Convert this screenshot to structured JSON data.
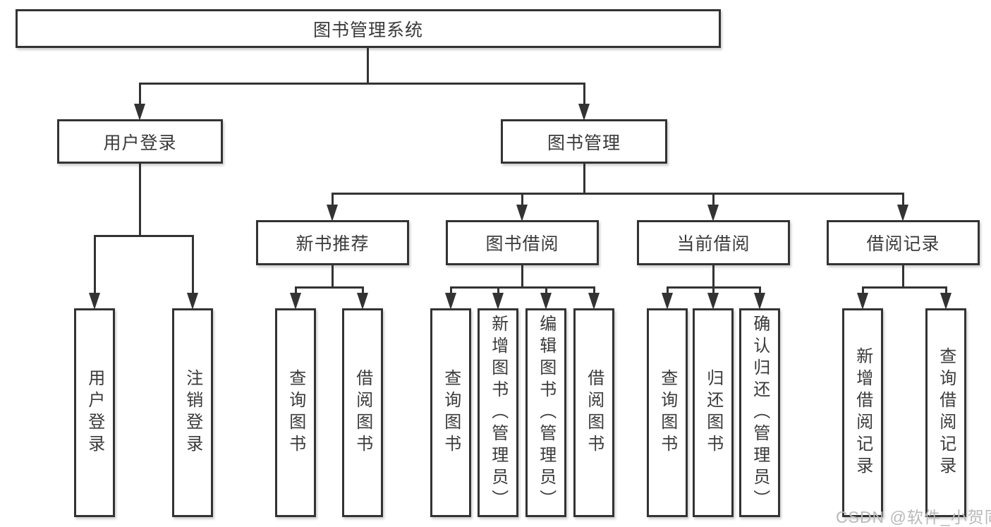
{
  "tree": {
    "root": {
      "label": "图书管理系统",
      "children": [
        {
          "label": "用户登录",
          "children": [
            {
              "label": "用户登录"
            },
            {
              "label": "注销登录"
            }
          ]
        },
        {
          "label": "图书管理",
          "children": [
            {
              "label": "新书推荐",
              "children": [
                {
                  "label": "查询图书"
                },
                {
                  "label": "借阅图书"
                }
              ]
            },
            {
              "label": "图书借阅",
              "children": [
                {
                  "label": "查询图书"
                },
                {
                  "label": "新增图书（管理员）"
                },
                {
                  "label": "编辑图书（管理员）"
                },
                {
                  "label": "借阅图书"
                }
              ]
            },
            {
              "label": "当前借阅",
              "children": [
                {
                  "label": "查询图书"
                },
                {
                  "label": "归还图书"
                },
                {
                  "label": "确认归还（管理员）"
                }
              ]
            },
            {
              "label": "借阅记录",
              "children": [
                {
                  "label": "新增借阅记录"
                },
                {
                  "label": "查询借阅记录"
                }
              ]
            }
          ]
        }
      ]
    }
  },
  "watermark": {
    "text": "CSDN @软件_小贺同学"
  },
  "colors": {
    "line": "#333333",
    "text": "#3a3a3a",
    "bg": "#ffffff",
    "watermark": "#b9b9b9"
  }
}
